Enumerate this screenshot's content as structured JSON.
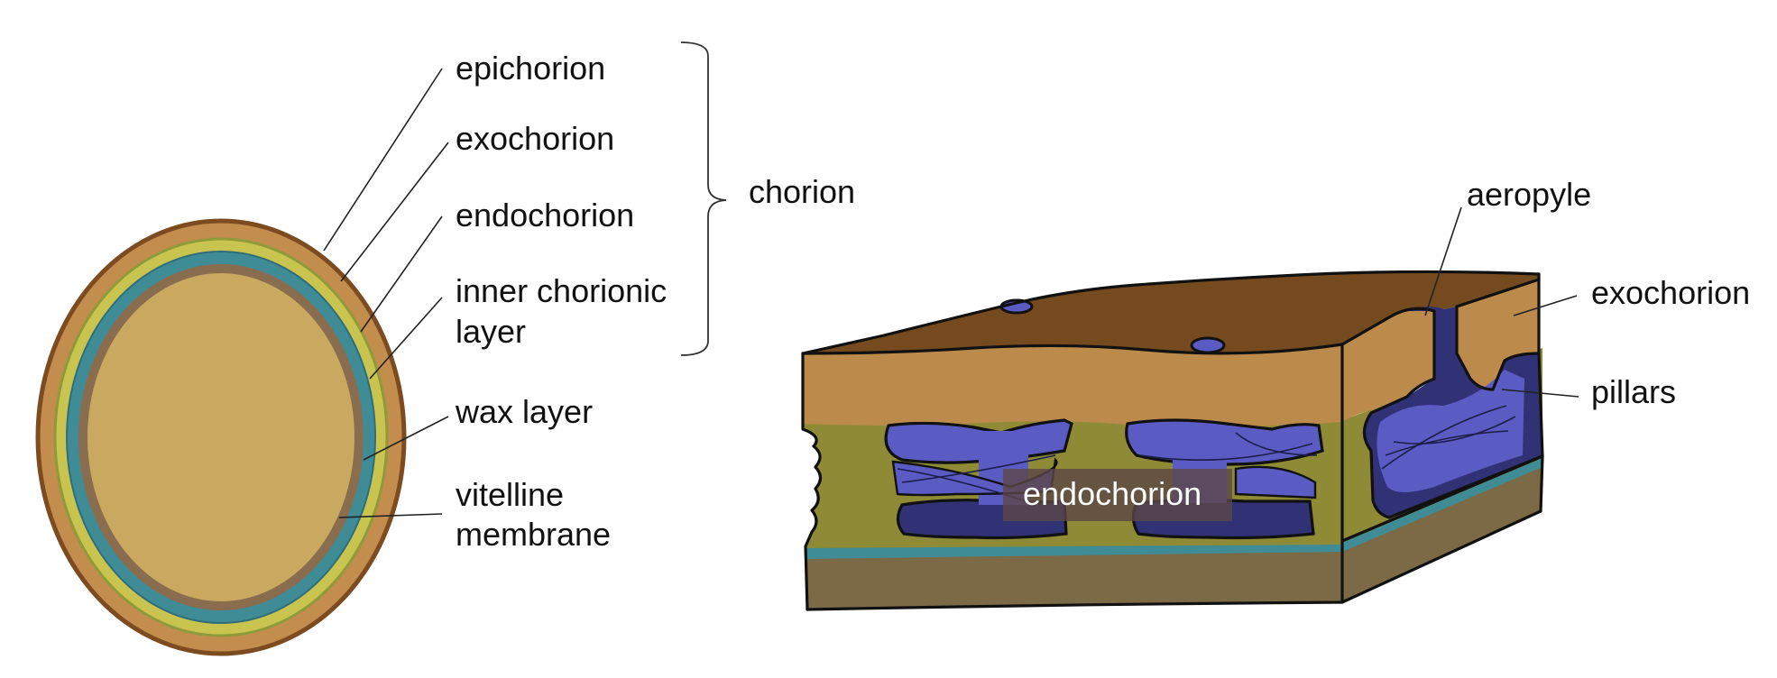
{
  "left_diagram": {
    "labels": {
      "epichorion": "epichorion",
      "exochorion": "exochorion",
      "endochorion": "endochorion",
      "inner_line1": "inner chorionic",
      "inner_line2": "layer",
      "wax": "wax layer",
      "vitelline_line1": "vitelline",
      "vitelline_line2": "membrane",
      "chorion": "chorion"
    }
  },
  "right_diagram": {
    "labels": {
      "aeropyle": "aeropyle",
      "exochorion": "exochorion",
      "pillars": "pillars",
      "endochorion": "endochorion"
    }
  },
  "colors": {
    "epichorion": "#c38d4e",
    "epichorion_edge": "#7c4b1f",
    "exochorion_ring": "#c9c44f",
    "teal": "#3f8c96",
    "inner_ring": "#8a6d4f",
    "yolk": "#c9a860",
    "top_surface": "#744a1e",
    "exo_layer": "#bc8b4b",
    "endo_layer": "#8e8a35",
    "pillar": "#5a5cc4",
    "pillar_dark": "#303275",
    "base_layer": "#7c6a47",
    "label_box": "#5c4647"
  }
}
